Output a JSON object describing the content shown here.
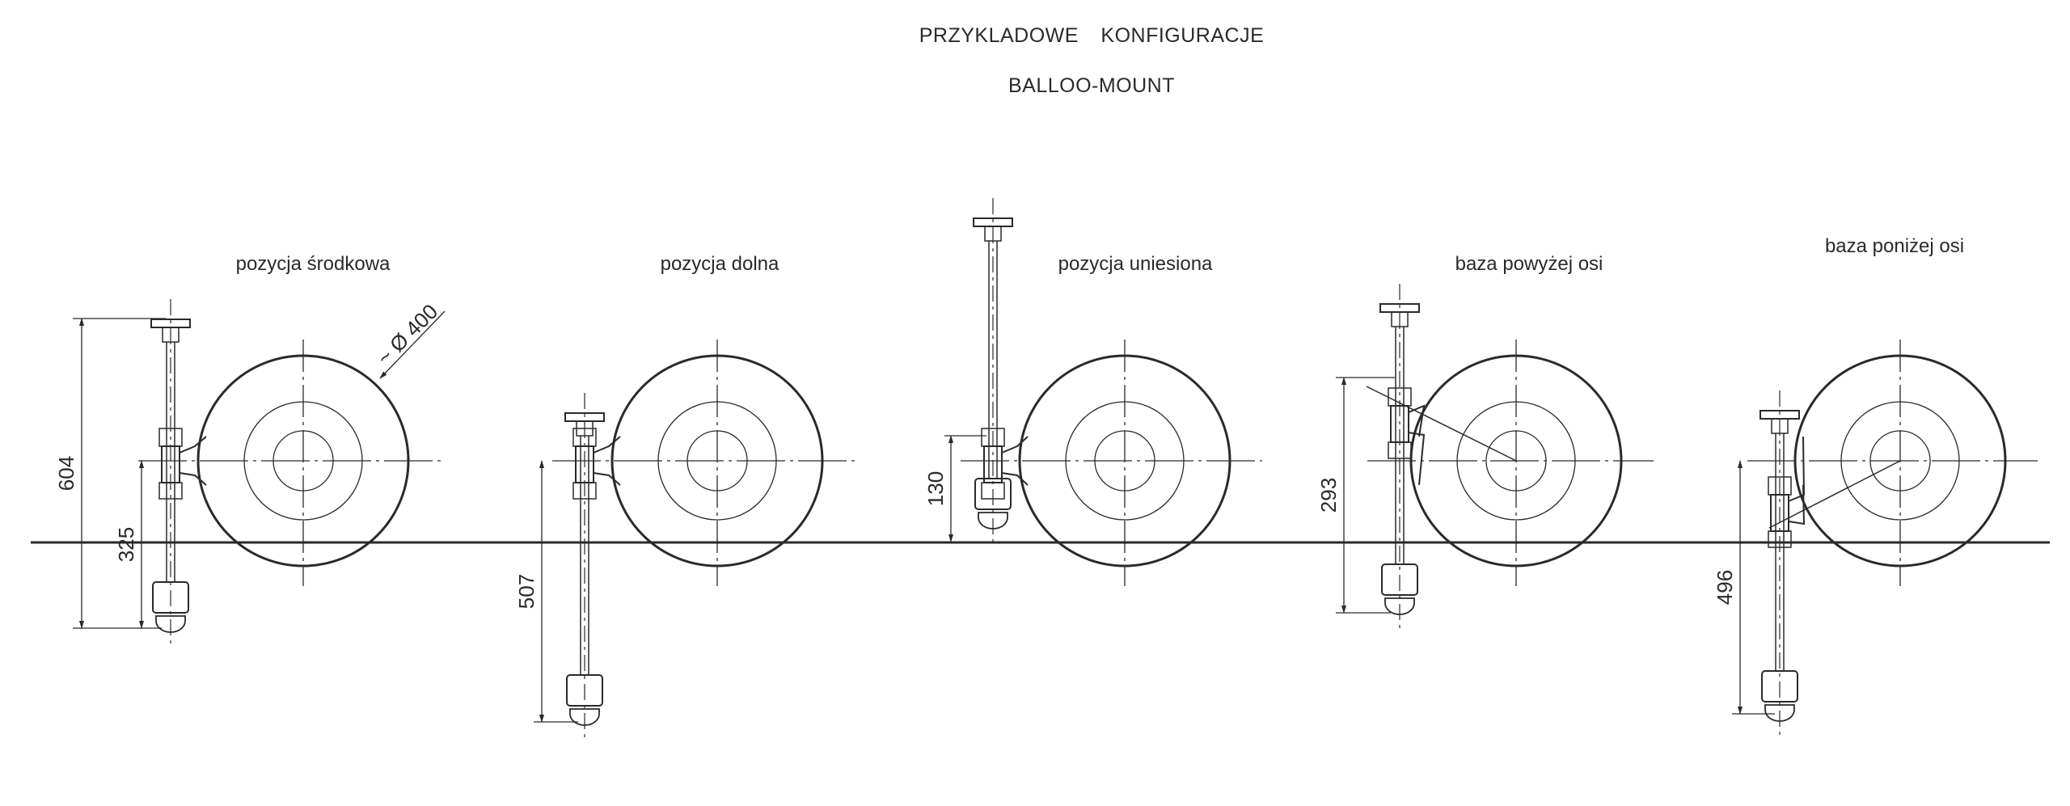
{
  "header": {
    "title": "PRZYKLADOWE KONFIGURACJE",
    "subtitle": "BALLOO-MOUNT"
  },
  "configurations": [
    {
      "label": "pozycja środkowa",
      "dimensions": [
        "604",
        "325"
      ],
      "diameter_label": "~ Ø 400"
    },
    {
      "label": "pozycja dolna",
      "dimensions": [
        "507"
      ]
    },
    {
      "label": "pozycja uniesiona",
      "dimensions": [
        "130"
      ]
    },
    {
      "label": "baza powyżej osi",
      "dimensions": [
        "293"
      ]
    },
    {
      "label": "baza poniżej osi",
      "dimensions": [
        "496"
      ]
    }
  ],
  "colors": {
    "line": "#2a2a2a",
    "background": "#ffffff"
  }
}
